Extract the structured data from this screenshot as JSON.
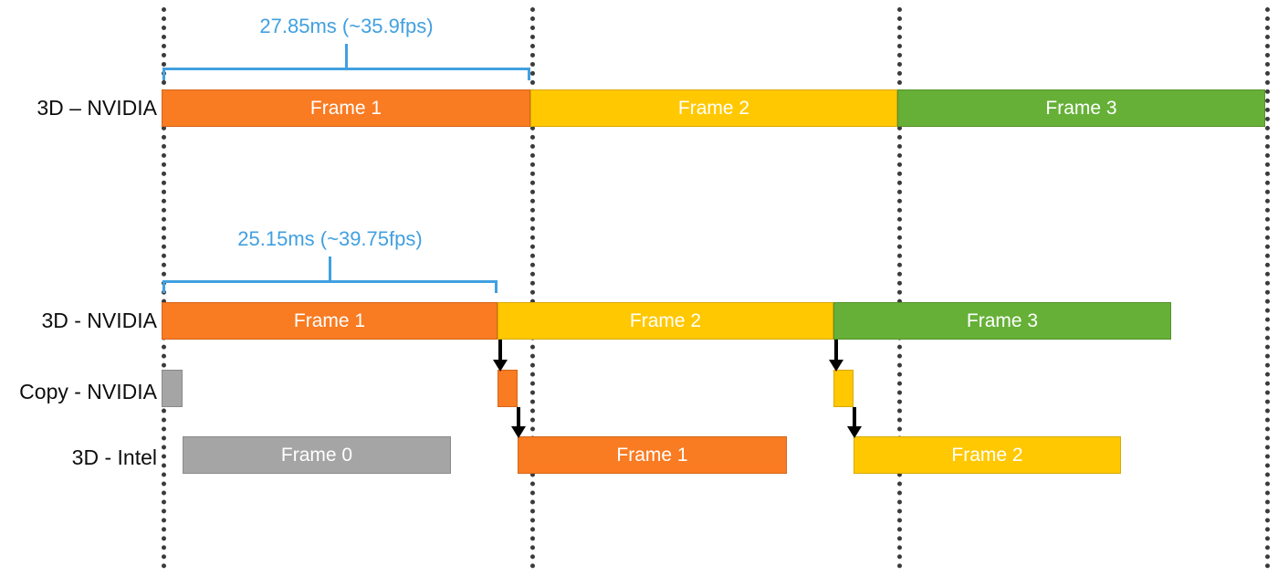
{
  "chart_data": {
    "type": "bar",
    "title": "GPU frame pipeline timeline comparison",
    "xlabel": "time",
    "ylabel": "",
    "grid": false,
    "legend": "none",
    "vsync_lines_x": [
      177,
      581,
      983,
      1386
    ],
    "annotations": [
      {
        "text": "27.85ms (~35.9fps)",
        "value_ms": 27.85,
        "fps": 35.9,
        "span": "vsync-0 to vsync-1",
        "row": "3D - NVIDIA (top)"
      },
      {
        "text": "25.15ms (~39.75fps)",
        "value_ms": 25.15,
        "fps": 39.75,
        "span": "vsync-0 to end of Frame 1",
        "row": "3D - NVIDIA (bottom)"
      }
    ],
    "rows": [
      {
        "label": "3D – NVIDIA",
        "bars": [
          {
            "text": "Frame 1",
            "color": "#F97B22",
            "start": 177,
            "end": 581
          },
          {
            "text": "Frame 2",
            "color": "#FFC800",
            "start": 581,
            "end": 983
          },
          {
            "text": "Frame 3",
            "color": "#66B038",
            "start": 983,
            "end": 1386
          }
        ]
      },
      {
        "label": "3D - NVIDIA",
        "bars": [
          {
            "text": "Frame 1",
            "color": "#F97B22",
            "start": 177,
            "end": 545
          },
          {
            "text": "Frame 2",
            "color": "#FFC800",
            "start": 545,
            "end": 913
          },
          {
            "text": "Frame 3",
            "color": "#66B038",
            "start": 913,
            "end": 1283
          }
        ]
      },
      {
        "label": "Copy - NVIDIA",
        "bars": [
          {
            "text": "",
            "color": "#A5A5A5",
            "start": 177,
            "end": 200
          },
          {
            "text": "",
            "color": "#F97B22",
            "start": 545,
            "end": 567
          },
          {
            "text": "",
            "color": "#FFC800",
            "start": 913,
            "end": 935
          }
        ]
      },
      {
        "label": "3D - Intel",
        "bars": [
          {
            "text": "Frame 0",
            "color": "#A5A5A5",
            "start": 200,
            "end": 494
          },
          {
            "text": "Frame 1",
            "color": "#F97B22",
            "start": 567,
            "end": 862
          },
          {
            "text": "Frame 2",
            "color": "#FFC800",
            "start": 935,
            "end": 1228
          }
        ]
      }
    ]
  },
  "labels": {
    "row1": "3D – NVIDIA",
    "row2": "3D - NVIDIA",
    "row3": "Copy - NVIDIA",
    "row4": "3D - Intel"
  },
  "bars": {
    "r1b1": "Frame 1",
    "r1b2": "Frame 2",
    "r1b3": "Frame 3",
    "r2b1": "Frame 1",
    "r2b2": "Frame 2",
    "r2b3": "Frame 3",
    "r3b1": "",
    "r3b2": "",
    "r3b3": "",
    "r4b1": "Frame 0",
    "r4b2": "Frame 1",
    "r4b3": "Frame 2"
  },
  "annotations": {
    "top": "27.85ms (~35.9fps)",
    "bottom": "25.15ms (~39.75fps)"
  },
  "colors": {
    "orange": "#F97B22",
    "yellow": "#FFC800",
    "green": "#66B038",
    "gray": "#A5A5A5",
    "blue": "#41A0E0",
    "guide": "#3B3B3B",
    "arrow": "#000000"
  }
}
